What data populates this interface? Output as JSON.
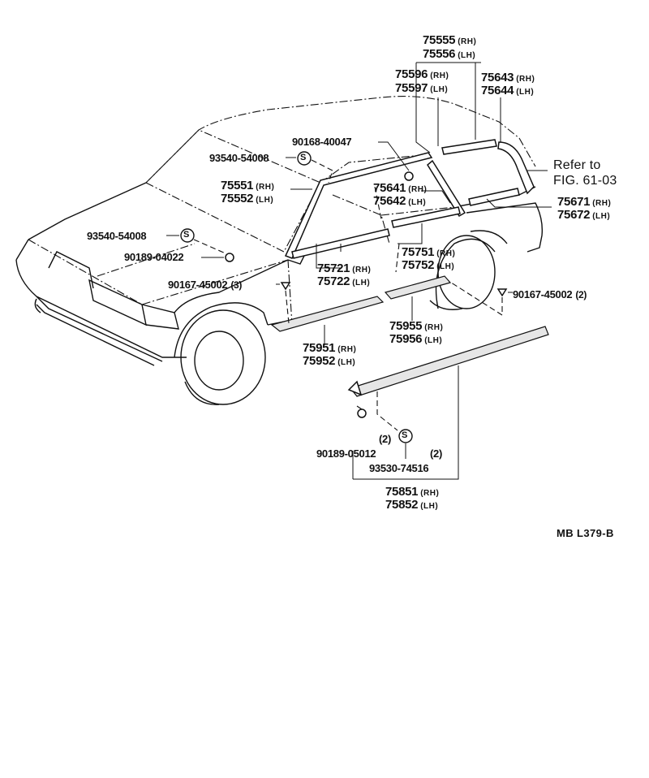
{
  "labels": {
    "p75555": {
      "num": "75555",
      "side": "(RH)"
    },
    "p75556": {
      "num": "75556",
      "side": "(LH)"
    },
    "p75596": {
      "num": "75596",
      "side": "(RH)"
    },
    "p75597": {
      "num": "75597",
      "side": "(LH)"
    },
    "p75643": {
      "num": "75643",
      "side": "(RH)"
    },
    "p75644": {
      "num": "75644",
      "side": "(LH)"
    },
    "p90168": {
      "num": "90168-40047"
    },
    "p93540a": {
      "num": "93540-54008"
    },
    "p93540b": {
      "num": "93540-54008"
    },
    "ref": {
      "line1": "Refer to",
      "line2": "FIG. 61-03"
    },
    "p75551": {
      "num": "75551",
      "side": "(RH)"
    },
    "p75552": {
      "num": "75552",
      "side": "(LH)"
    },
    "p75641": {
      "num": "75641",
      "side": "(RH)"
    },
    "p75642": {
      "num": "75642",
      "side": "(LH)"
    },
    "p75671": {
      "num": "75671",
      "side": "(RH)"
    },
    "p75672": {
      "num": "75672",
      "side": "(LH)"
    },
    "p90189a": {
      "num": "90189-04022"
    },
    "p75751": {
      "num": "75751",
      "side": "(RH)"
    },
    "p75752": {
      "num": "75752",
      "side": "(LH)"
    },
    "p75721": {
      "num": "75721",
      "side": "(RH)"
    },
    "p75722": {
      "num": "75722",
      "side": "(LH)"
    },
    "p90167a": {
      "num": "90167-45002",
      "qty": "(3)"
    },
    "p90167b": {
      "num": "90167-45002",
      "qty": "(2)"
    },
    "p75955": {
      "num": "75955",
      "side": "(RH)"
    },
    "p75956": {
      "num": "75956",
      "side": "(LH)"
    },
    "p75951": {
      "num": "75951",
      "side": "(RH)"
    },
    "p75952": {
      "num": "75952",
      "side": "(LH)"
    },
    "q2a": "(2)",
    "p90189b": {
      "num": "90189-05012"
    },
    "q2b": "(2)",
    "p93530": {
      "num": "93530-74516"
    },
    "p75851": {
      "num": "75851",
      "side": "(RH)"
    },
    "p75852": {
      "num": "75852",
      "side": "(LH)"
    },
    "code": "MB L379-B"
  },
  "symbols": {
    "sealer": "S"
  },
  "colors": {
    "ink": "#111111",
    "paper": "#ffffff"
  }
}
